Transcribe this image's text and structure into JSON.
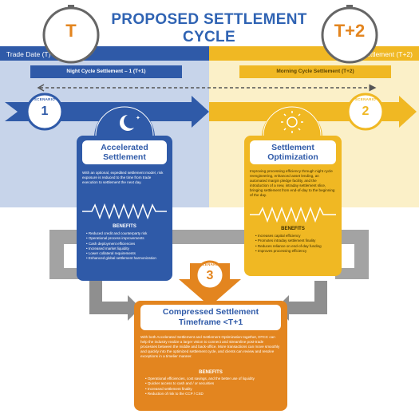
{
  "title": "PROPOSED SETTLEMENT CYCLE",
  "clocks": {
    "left": "T",
    "right": "T+2"
  },
  "header": {
    "trade_date": "Trade Date (T)",
    "edd_settlement": "EDD Settlement (T+2)"
  },
  "cycles": {
    "night": "Night Cycle Settlement – 1 (T+1)",
    "morning": "Morning Cycle Settlement (T+2)"
  },
  "scenarios": [
    {
      "label": "SCENARIO",
      "number": "1"
    },
    {
      "label": "SCENARIO",
      "number": "2"
    },
    {
      "label": "SCENARIO",
      "number": "3"
    }
  ],
  "cards": {
    "accelerated": {
      "title_line1": "Accelerated",
      "title_line2": "Settlement",
      "description": "With an optional, expedited settlement model, risk exposure is reduced to the time from trade execution to settlement the next day.",
      "benefits_title": "BENEFITS",
      "benefits": [
        "Reduced credit and counterparty risk",
        "Operational process improvements",
        "Cash deployment efficiencies",
        "Increased market liquidity",
        "Lower collateral requirements",
        "Enhanced global settlement harmonization"
      ]
    },
    "optimization": {
      "title_line1": "Settlement",
      "title_line2": "Optimization",
      "description": "Improving processing efficiency through night cycle reengineering, enhanced asset lending, an automated margin pledge facility, and the introduction of a new, intraday settlement slice, bringing settlement from end-of-day to the beginning of the day.",
      "benefits_title": "BENEFITS",
      "benefits": [
        "Increases capital efficiency",
        "Promotes intraday settlement finality",
        "Reduces reliance on end-of-day funding",
        "Improves processing efficiency"
      ]
    },
    "compressed": {
      "title_line1": "Compressed Settlement",
      "title_line2": "Timeframe <T+1",
      "description": "With both Accelerated Settlement and Settlement Optimization together, DTCC can help the industry realize a larger vision to connect and streamline post-trade processes between the middle and back-office. More transactions can move smoothly and quickly into the optimized settlement cycle, and clients can review and resolve exceptions in a timelier manner.",
      "benefits_title": "BENEFITS",
      "benefits": [
        "Operational efficiencies, cost savings, and the better use of liquidity",
        "Quicker access to cash and / or securities",
        "Increased settlement finality",
        "Reduction of risk to the CCP / CSD"
      ]
    }
  },
  "colors": {
    "blue": "#2f5aa8",
    "yellow": "#f0b823",
    "orange": "#e3851f",
    "gray": "#9a9a9a"
  }
}
